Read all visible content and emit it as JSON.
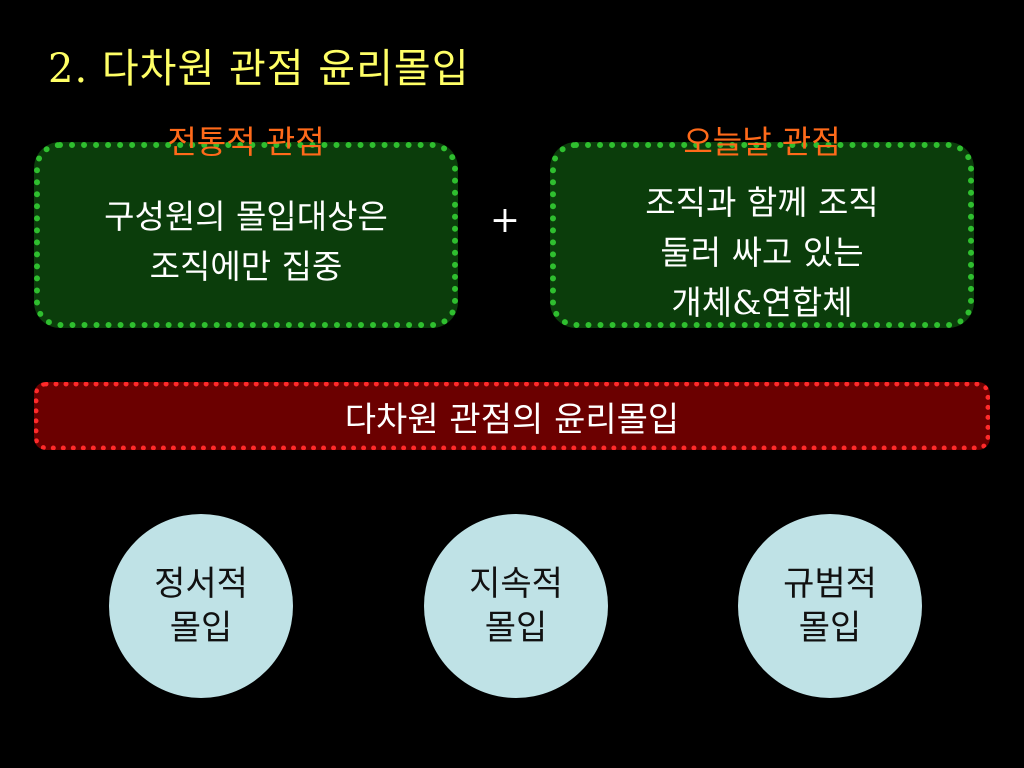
{
  "title": "2. 다차원 관점 윤리몰입",
  "traditional": {
    "heading": "전통적 관점",
    "body": "구성원의 몰입대상은\n조직에만 집중"
  },
  "plus_symbol": "+",
  "modern": {
    "heading": "오늘날 관점",
    "body": "조직과 함께 조직\n둘러 싸고 있는\n개체&연합체"
  },
  "banner": "다차원 관점의 윤리몰입",
  "types": [
    {
      "label": "정서적\n몰입"
    },
    {
      "label": "지속적\n몰입"
    },
    {
      "label": "규범적\n몰입"
    }
  ],
  "colors": {
    "background": "#000000",
    "title": "#ffff66",
    "panel_heading": "#ff6a1a",
    "panel_fill": "#0b3d0b",
    "panel_border": "#2fbf2f",
    "banner_fill": "#6b0000",
    "banner_border": "#ff2a2a",
    "circle_fill": "#bfe2e6"
  }
}
